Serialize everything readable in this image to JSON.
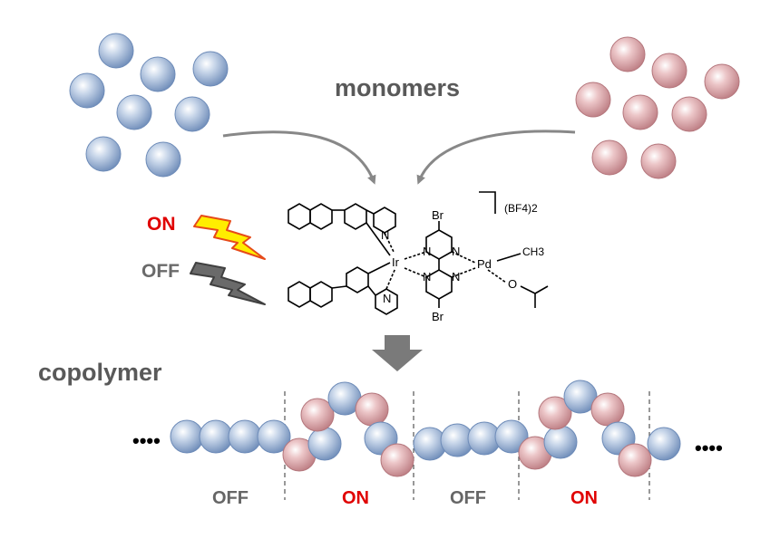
{
  "labels": {
    "monomers": "monomers",
    "copolymer": "copolymer",
    "on_switch": "ON",
    "off_switch": "OFF",
    "segments": [
      "OFF",
      "ON",
      "OFF",
      "ON"
    ],
    "ellipsis_left": "••••",
    "ellipsis_right": "••••"
  },
  "catalyst": {
    "metal_ir": "Ir",
    "metal_pd": "Pd",
    "methyl": "CH3",
    "bromine_top": "Br",
    "bromine_bottom": "Br",
    "counterion": "(BF4)2",
    "nitrogen": "N",
    "oxygen": "O"
  },
  "colors": {
    "blue_monomer": "#7f9cc4",
    "red_monomer": "#c98c91",
    "on_text": "#e00000",
    "off_text": "#666666",
    "arrow": "#888888",
    "lightning_fill": "#ffee00",
    "lightning_stroke": "#e64a19",
    "gray_bolt": "#555555"
  }
}
